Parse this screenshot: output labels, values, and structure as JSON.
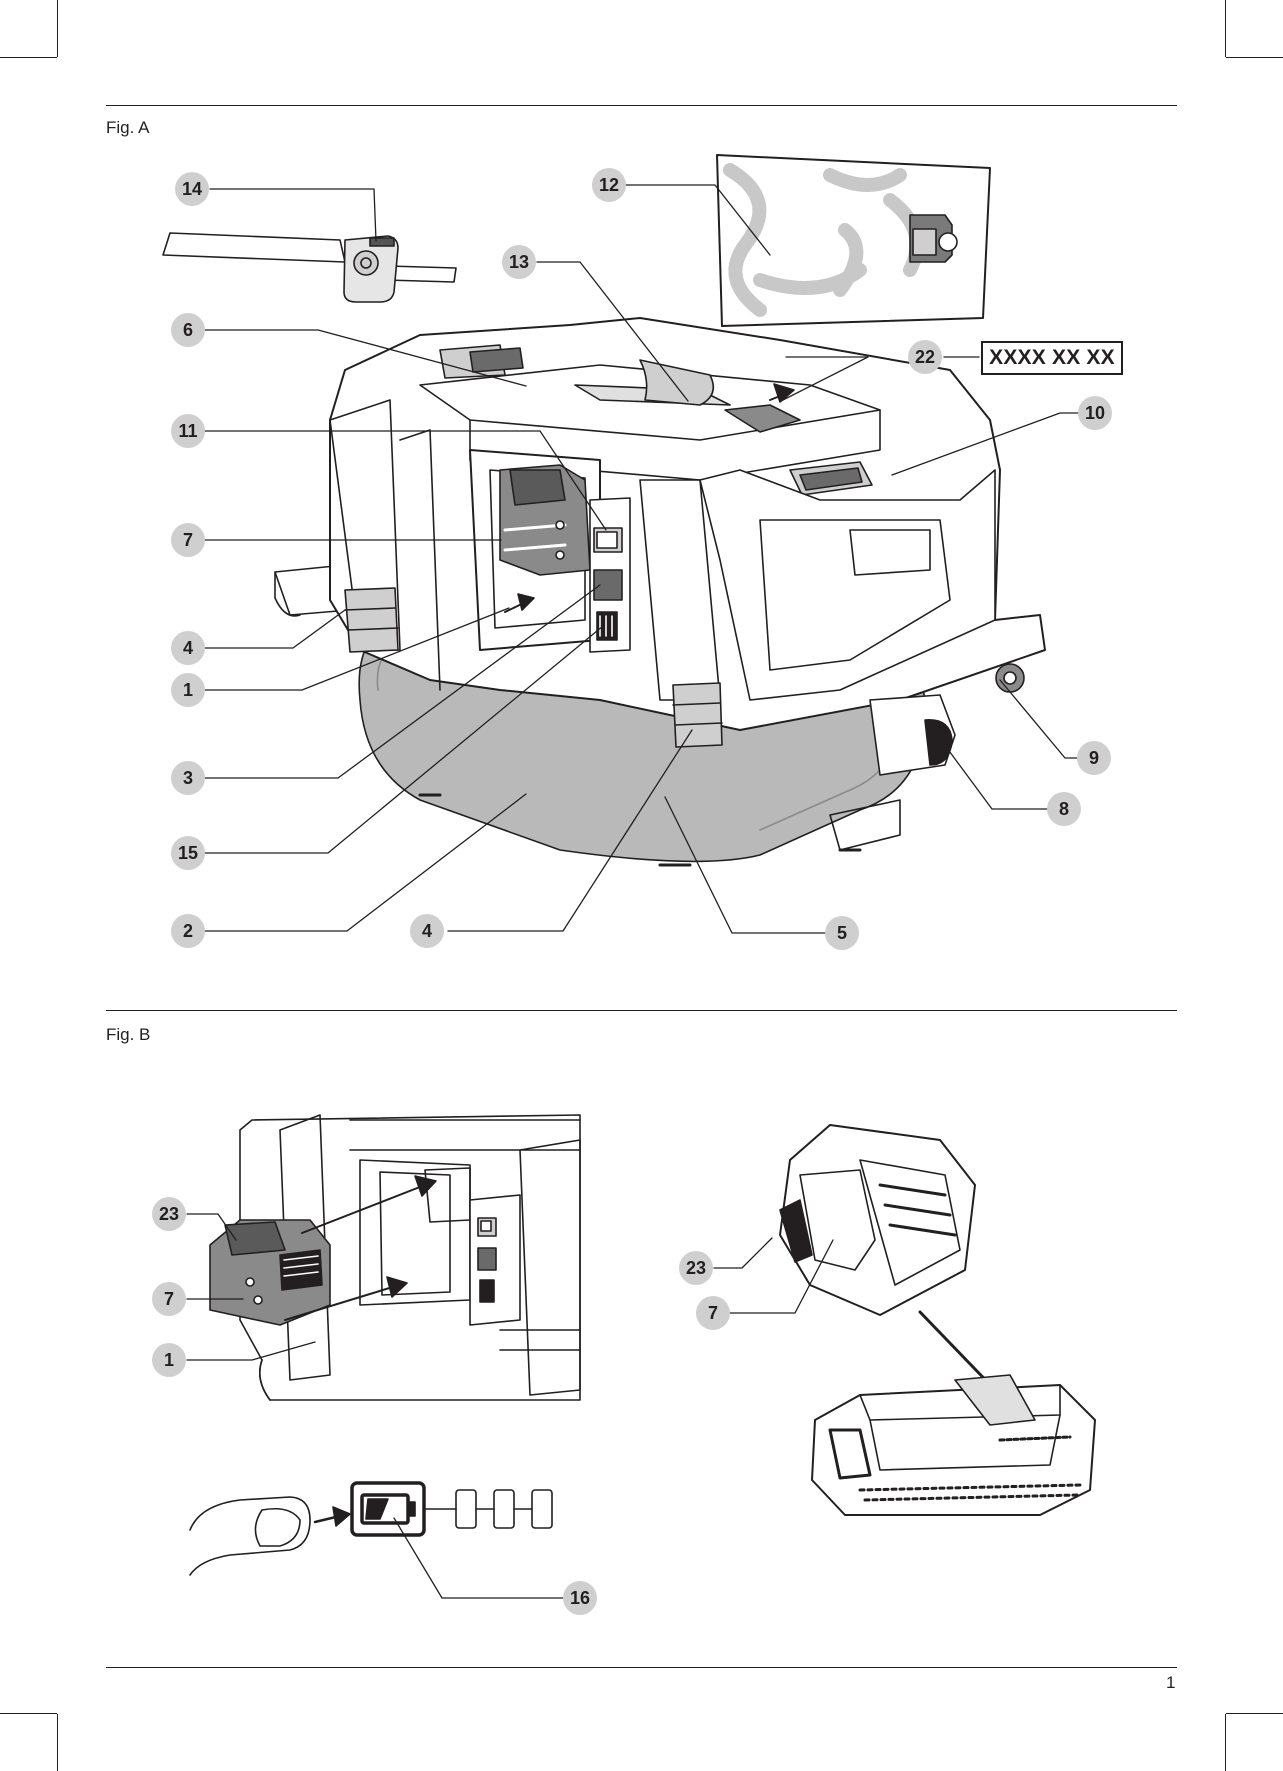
{
  "figures": {
    "fig_a_label": "Fig. A",
    "fig_b_label": "Fig. B"
  },
  "model_code": "XXXX XX XX",
  "page_number": "1",
  "callouts_a": [
    {
      "id": "14",
      "label": "14"
    },
    {
      "id": "12",
      "label": "12"
    },
    {
      "id": "13",
      "label": "13"
    },
    {
      "id": "6",
      "label": "6"
    },
    {
      "id": "22",
      "label": "22"
    },
    {
      "id": "10",
      "label": "10"
    },
    {
      "id": "11",
      "label": "11"
    },
    {
      "id": "7",
      "label": "7"
    },
    {
      "id": "4",
      "label": "4"
    },
    {
      "id": "1",
      "label": "1"
    },
    {
      "id": "9",
      "label": "9"
    },
    {
      "id": "3",
      "label": "3"
    },
    {
      "id": "8",
      "label": "8"
    },
    {
      "id": "15",
      "label": "15"
    },
    {
      "id": "2",
      "label": "2"
    },
    {
      "id": "4b",
      "label": "4"
    },
    {
      "id": "5",
      "label": "5"
    }
  ],
  "callouts_b": [
    {
      "id": "23",
      "label": "23"
    },
    {
      "id": "7",
      "label": "7"
    },
    {
      "id": "1",
      "label": "1"
    },
    {
      "id": "23r",
      "label": "23"
    },
    {
      "id": "7r",
      "label": "7"
    },
    {
      "id": "16",
      "label": "16"
    }
  ]
}
